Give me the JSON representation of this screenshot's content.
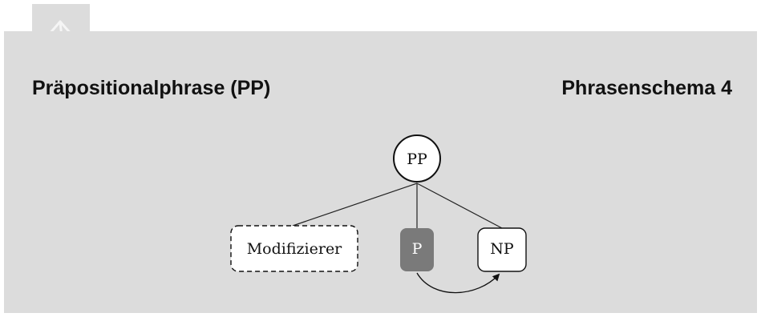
{
  "header": {
    "icon": "tree-diagram-icon",
    "title": "Präpositionalphrase (PP)",
    "subtitle": "Phrasenschema 4"
  },
  "tree": {
    "root": "PP",
    "children": [
      {
        "label": "Modifizierer",
        "style": "dashed-optional"
      },
      {
        "label": "P",
        "style": "filled-head"
      },
      {
        "label": "NP",
        "style": "solid"
      }
    ],
    "arrow": {
      "from": "P",
      "to": "NP"
    }
  },
  "colors": {
    "panel": "#dcdcdc",
    "head_fill": "#7a7a7a",
    "node_fill": "#ffffff"
  }
}
